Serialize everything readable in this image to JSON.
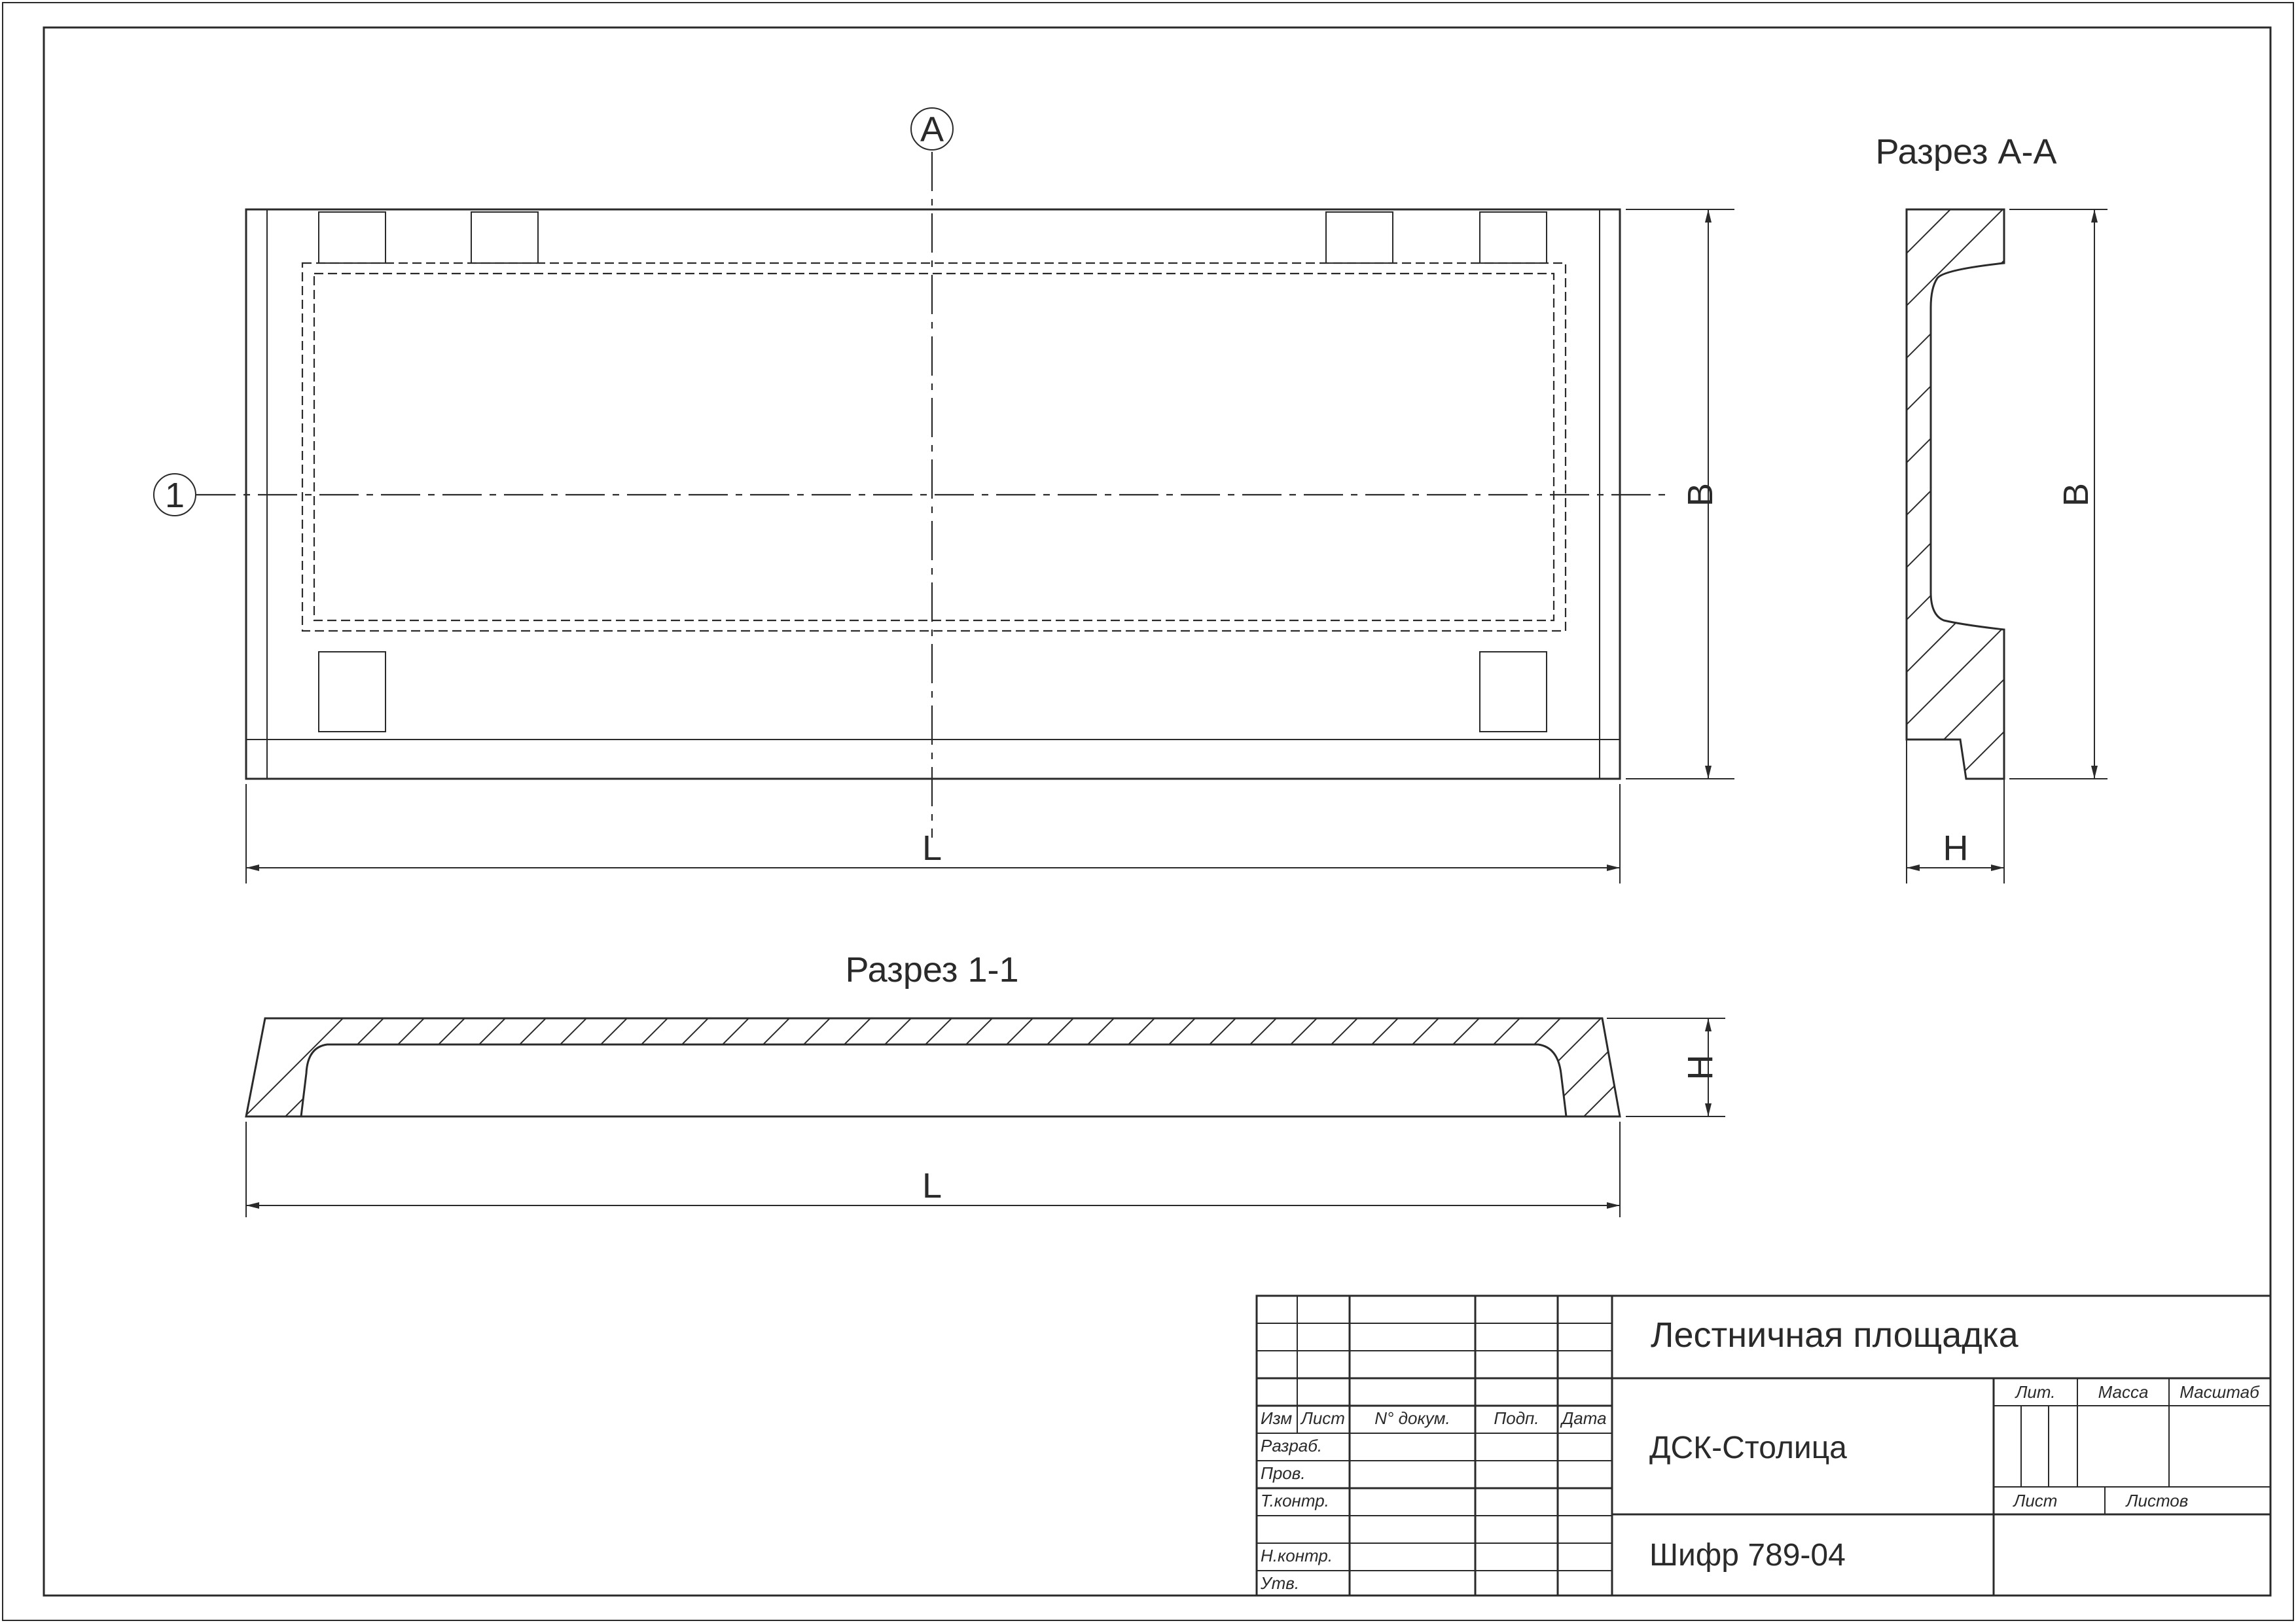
{
  "drawing": {
    "marker_a": "А",
    "marker_1": "1",
    "section_aa_title": "Разрез А-А",
    "section_11_title": "Разрез 1-1",
    "dim_b_plan": "B",
    "dim_b_section": "B",
    "dim_l_plan": "L",
    "dim_l_section": "L",
    "dim_h_aa": "H",
    "dim_h_11": "H"
  },
  "title_block": {
    "headers": {
      "izm": "Изм",
      "list": "Лист",
      "ndoc": "N° докум.",
      "podp": "Подп.",
      "data": "Дата"
    },
    "roles": {
      "razrab": "Разраб.",
      "prov": "Пров.",
      "tkontr": "Т.контр.",
      "nkontr": "Н.контр.",
      "utv": "Утв."
    },
    "name": "Лестничная площадка",
    "organization": "ДСК-Столица",
    "code": "Шифр 789-04",
    "lit": "Лит.",
    "massa": "Масса",
    "masshtab": "Масштаб",
    "sheet": "Лист",
    "sheets": "Листов"
  }
}
